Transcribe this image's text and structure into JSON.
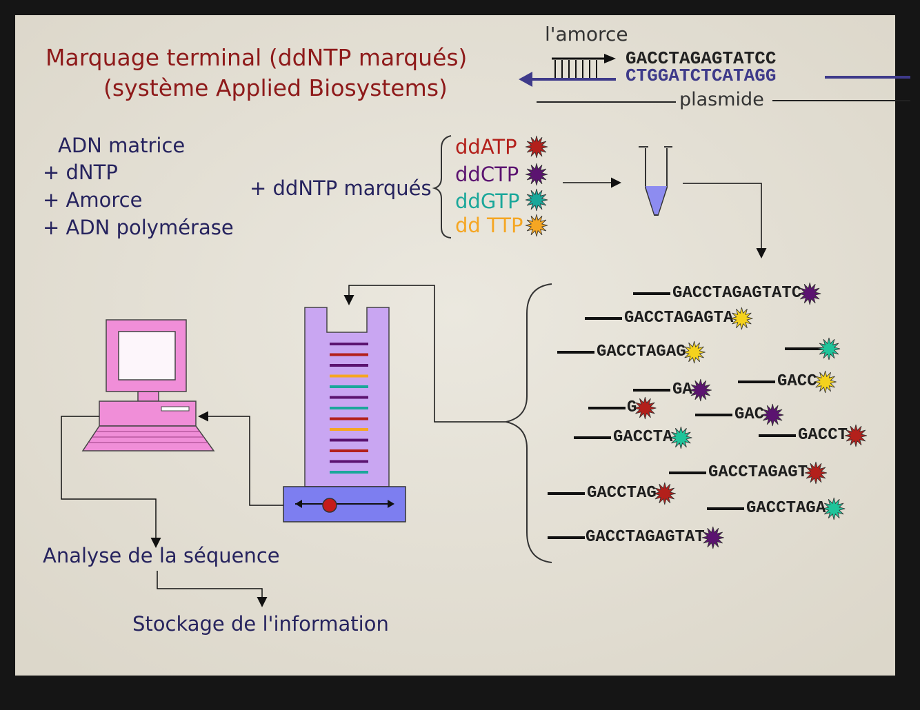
{
  "title": {
    "line1": "Marquage terminal (ddNTP marqués)",
    "line2": "(système Applied Biosystems)"
  },
  "primer_box": {
    "primer_label": "l'amorce",
    "top_strand": "GACCTAGAGTATCC",
    "bottom_strand": "CTGGATCTCATAGG",
    "plasmid_label": "plasmide"
  },
  "reagents": {
    "line1": "ADN matrice",
    "line2": "+ dNTP",
    "line3": "+ Amorce",
    "line4": "+ ADN polymérase",
    "ddntp_label": "+ ddNTP marqués"
  },
  "ddntps": [
    {
      "label": "ddATP",
      "color": "#b3201b"
    },
    {
      "label": "ddCTP",
      "color": "#5b1370"
    },
    {
      "label": "ddGTP",
      "color": "#1aa79a"
    },
    {
      "label": "dd TTP",
      "color": "#f5a623"
    }
  ],
  "fragments": [
    {
      "seq": "GACCTAGAGTATC",
      "color": "#5b1370"
    },
    {
      "seq": "GACCTAGAGTA",
      "color": "#f5d21d"
    },
    {
      "seq": "GACCTAGAG",
      "color": "#f5d21d"
    },
    {
      "seq": "",
      "color": "#1fc49a"
    },
    {
      "seq": "GA",
      "color": "#5b1370"
    },
    {
      "seq": "GACC",
      "color": "#f5d21d"
    },
    {
      "seq": "G",
      "color": "#b3201b"
    },
    {
      "seq": "GAC",
      "color": "#5b1370"
    },
    {
      "seq": "GACCTA",
      "color": "#1fc49a"
    },
    {
      "seq": "GACCT",
      "color": "#b3201b"
    },
    {
      "seq": "GACCTAGAGT",
      "color": "#b3201b"
    },
    {
      "seq": "GACCTAG",
      "color": "#b3201b"
    },
    {
      "seq": "GACCTAGA",
      "color": "#1fc49a"
    },
    {
      "seq": "GACCTAGAGTAT",
      "color": "#5b1370"
    }
  ],
  "gel_bands": [
    "#5b1370",
    "#b3201b",
    "#5b1370",
    "#f5a623",
    "#1aa79a",
    "#5b1370",
    "#1aa79a",
    "#b3201b",
    "#f5a623",
    "#5b1370",
    "#b3201b",
    "#5b1370",
    "#1aa79a"
  ],
  "analysis": {
    "step1": "Analyse de la séquence",
    "step2": "Stockage de l'information"
  },
  "colors": {
    "slide_bg": "#e7e3d8",
    "title": "#8e1a1a",
    "text": "#26235e",
    "computer": "#f08ed8",
    "gel": "#c9a6f2",
    "gel_base": "#7d7ef0",
    "tube_liquid": "#8d8cf0",
    "arrow": "#3e3a8a"
  }
}
